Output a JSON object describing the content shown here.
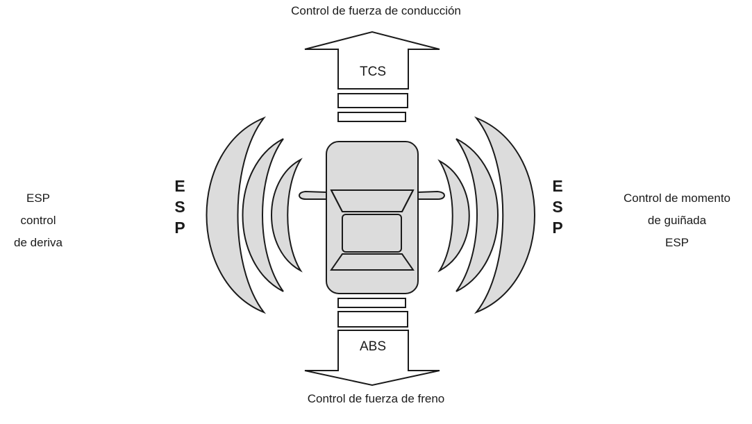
{
  "labels": {
    "top": "Control de fuerza de conducción",
    "bottom": "Control de fuerza de freno",
    "left_lines": [
      "ESP",
      "control",
      "de deriva"
    ],
    "right_lines": [
      "Control de momento",
      "de guiñada",
      "ESP"
    ]
  },
  "arrows": {
    "top": "TCS",
    "bottom": "ABS"
  },
  "esp_letters": [
    "E",
    "S",
    "P"
  ],
  "colors": {
    "stroke": "#1a1a1a",
    "fill": "#dcdcdc",
    "background": "#ffffff"
  }
}
